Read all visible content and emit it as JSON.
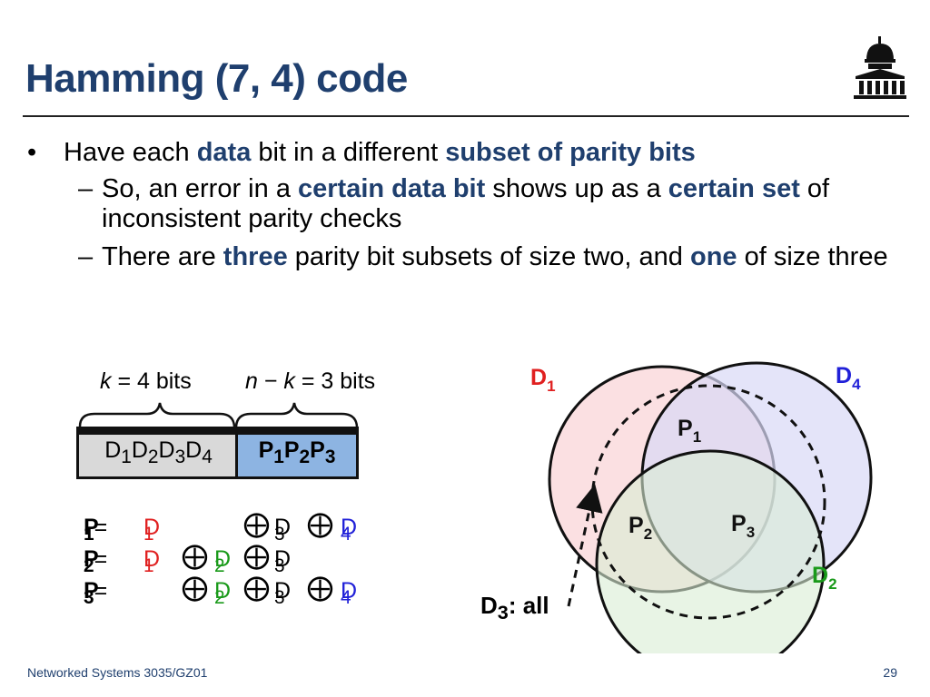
{
  "slide": {
    "title": "Hamming (7, 4) code",
    "bullets": {
      "b1": {
        "t1": "Have each ",
        "h1": "data",
        "t2": " bit in a different ",
        "h2": "subset of parity bits"
      },
      "b2": {
        "t1": "So, an error in a ",
        "h1": "certain data bit",
        "t2": " shows up as a ",
        "h2": "certain set",
        "t3": " of inconsistent parity checks"
      },
      "b3": {
        "t1": "There are ",
        "h1": "three",
        "t2": " parity bit subsets of size two, and ",
        "h2": "one",
        "t3": " of size three"
      },
      "dash": "–",
      "dot": "•"
    },
    "labels": {
      "k_var": "k",
      "k_rest": " = 4 bits",
      "n_var": "n",
      "minus": " − ",
      "nk_var": "k",
      "nk_rest": " = 3 bits"
    },
    "data_bits": [
      "1",
      "2",
      "3",
      "4"
    ],
    "parity_bits": [
      "1",
      "2",
      "3"
    ],
    "letters": {
      "d": "D",
      "p": "P"
    },
    "equations": {
      "eq": " =",
      "xor": "⨁"
    },
    "venn": {
      "d1": "D",
      "d1_sub": "1",
      "d4": "D",
      "d4_sub": "4",
      "d2": "D",
      "d2_sub": "2",
      "p1": "P",
      "p1_sub": "1",
      "p2": "P",
      "p2_sub": "2",
      "p3": "P",
      "p3_sub": "3",
      "d3_label": "D",
      "d3_sub": "3",
      "d3_rest": ": all"
    },
    "colors": {
      "title": "#1f3f6e",
      "d1_fill": "#fadadd",
      "d4_fill": "#d9d9f7",
      "d2_fill": "#d9ecd3",
      "parity_box": "#8db4e2",
      "data_box": "#d9d9d9"
    },
    "footer": {
      "left": "Networked Systems 3035/GZ01",
      "page": "29"
    }
  }
}
